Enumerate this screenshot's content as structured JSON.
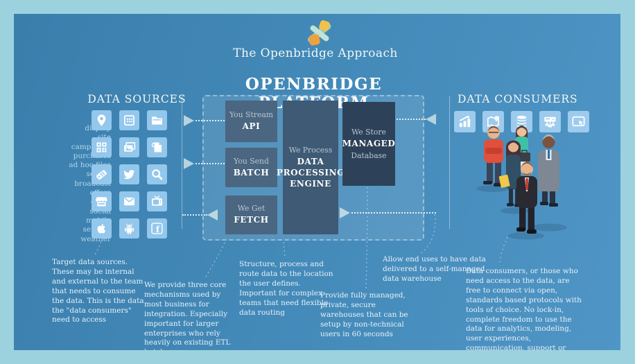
{
  "meta": {
    "brand": "The Openbridge Approach",
    "title": "OPENBRIDGE PLATFORM"
  },
  "sources": {
    "heading": "DATA SOURCES",
    "keywords": [
      "display",
      "site",
      "campaigns",
      "purchases",
      "ad hoc files",
      "search",
      "broadcast",
      "offers",
      "email",
      "social",
      "mobile",
      "sensors",
      "weather"
    ],
    "icons": [
      "location-pin",
      "keypad",
      "folder",
      "qr-code",
      "photo-gallery",
      "document-attachment",
      "price-tag",
      "twitter-bird",
      "search",
      "storefront",
      "email-envelope",
      "tv",
      "apple",
      "android",
      "facebook"
    ]
  },
  "platform": {
    "boxes": {
      "stream": {
        "line1": "You Stream",
        "line2": "API"
      },
      "batch": {
        "line1": "You Send",
        "line2": "BATCH"
      },
      "fetch": {
        "line1": "We Get",
        "line2": "FETCH"
      },
      "engine": {
        "line1": "We Process",
        "line2": "DATA PROCESSING ENGINE"
      },
      "store": {
        "line1": "We Store",
        "line2": "MANAGED",
        "line3": "Database"
      }
    }
  },
  "consumers": {
    "heading": "DATA CONSUMERS",
    "icons": [
      "analytics-chart",
      "map-pin",
      "database-stack",
      "server-network",
      "tablet-touch"
    ]
  },
  "notes": {
    "sources": "Target data sources. These may be internal and external to the team that needs to consume the data. This is the data the \"data consumers\" need to access",
    "mechanisms": "We provide three core mechanisms used by most business for integration. Especially important for larger enterprises who rely heavily on existing ETL batch processes",
    "routing": "Structure, process and route data to the location the user defines. Important for complex teams that need flexible data routing",
    "warehouses": "Provide fully managed, private, secure warehouses that can be setup by non-technical users in 60 seconds",
    "self_managed": "Allow end uses to have data delivered to a self-managed data warehouse",
    "consumers": "Data consumers, or those who need access to the data, are free to connect via open, standards based protocols with tools of choice. No lock-in, complete freedom to use the data for analytics, modeling, user experiences, communication, support or visualizations"
  },
  "colors": {
    "frame": "#9bd2de",
    "background": "#4389b8",
    "tile": "#93c7ec",
    "box_slate": "#4a6680",
    "box_engine": "#3e5a74",
    "box_dark": "#2d4258",
    "logo_yellow": "#f2c14b",
    "logo_orange": "#eda13f",
    "logo_teal": "#8fd0c2",
    "person_red": "#e0503c",
    "person_teal": "#3ec1a8"
  }
}
